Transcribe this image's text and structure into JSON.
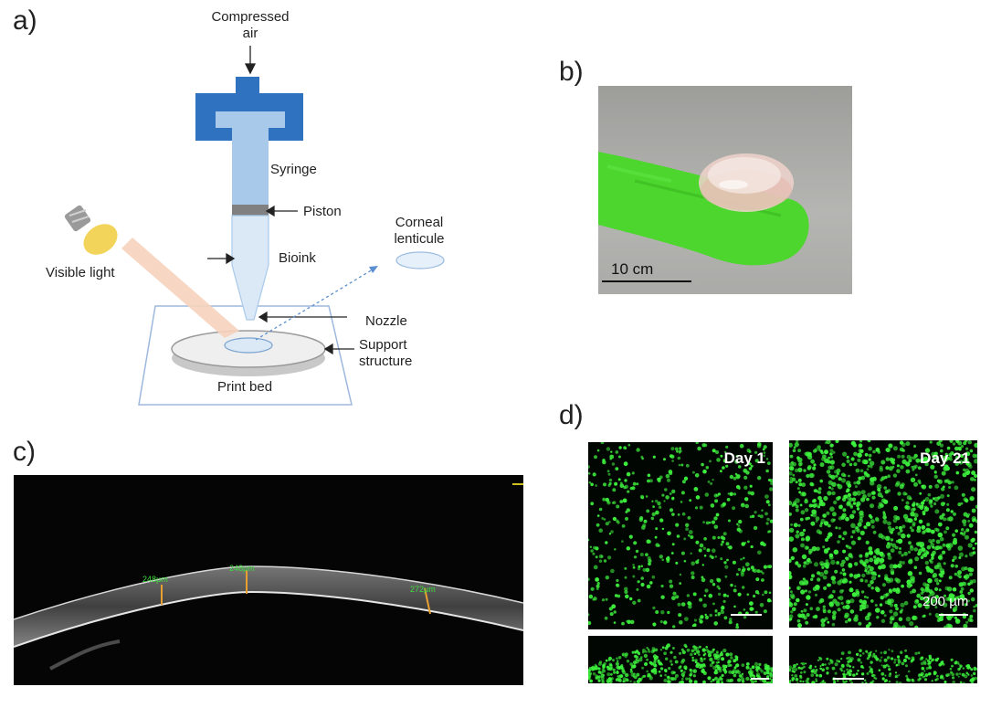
{
  "panels": {
    "a": "a)",
    "b": "b)",
    "c": "c)",
    "d": "d)"
  },
  "diagram_a": {
    "compressed_air": [
      "Compressed",
      "air"
    ],
    "syringe": "Syringe",
    "piston": "Piston",
    "bioink": "Bioink",
    "corneal_lenticule": [
      "Corneal",
      "lenticule"
    ],
    "visible_light": "Visible light",
    "nozzle": "Nozzle",
    "support_structure": [
      "Support",
      "structure"
    ],
    "print_bed": "Print bed",
    "colors": {
      "syringe_cap": "#2e72c0",
      "syringe_barrel": "#a9c9ea",
      "piston": "#808080",
      "bulb": "#f3d45a",
      "light_beam": "#f6d3bd"
    }
  },
  "panel_b": {
    "scale_bar": "10 cm",
    "colors": {
      "background": "#a9a9a6",
      "finger": "#4cd62e",
      "lens": "#e9c6bc"
    }
  },
  "panel_c": {
    "measurements": [
      "248µm",
      "248µm",
      "272µm"
    ]
  },
  "panel_d": {
    "day1": "Day 1",
    "day21": "Day 21",
    "scale_bar": "200 µm",
    "colors": {
      "cells": "#3df03d",
      "background": "#020602"
    }
  }
}
